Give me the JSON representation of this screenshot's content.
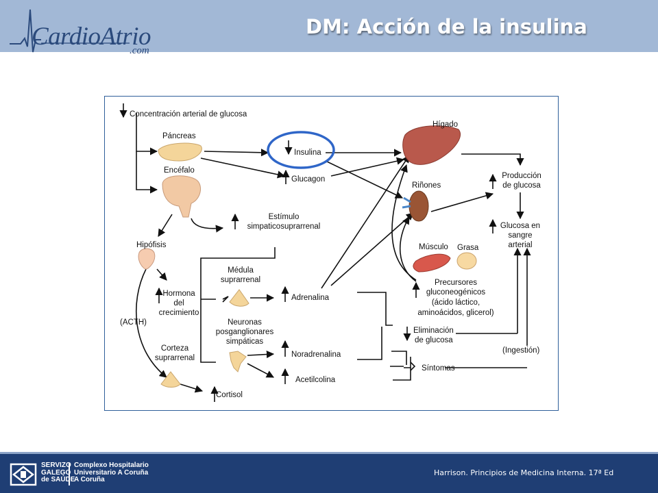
{
  "header": {
    "logo_text": "CardioAtrio",
    "logo_com": ".com",
    "title": "DM: Acción de la insulina"
  },
  "diagram": {
    "labels": {
      "glucose_concentration": "Concentración arterial de glucosa",
      "pancreas": "Páncreas",
      "brain": "Encéfalo",
      "insulin": "Insulina",
      "glucagon": "Glucagon",
      "liver": "Hígado",
      "kidneys": "Riñones",
      "glucose_production_1": "Producción",
      "glucose_production_2": "de glucosa",
      "blood_glucose_1": "Glucosa en",
      "blood_glucose_2": "sangre",
      "blood_glucose_3": "arterial",
      "sympathetic_1": "Estímulo",
      "sympathetic_2": "simpaticosuprarrenal",
      "pituitary": "Hipófisis",
      "muscle": "Músculo",
      "fat": "Grasa",
      "adrenal_medulla_1": "Médula",
      "adrenal_medulla_2": "suprarrenal",
      "growth_hormone_1": "Hormona",
      "growth_hormone_2": "del",
      "growth_hormone_3": "crecimiento",
      "adrenaline": "Adrenalina",
      "precursors_1": "Precursores",
      "precursors_2": "gluconeogénicos",
      "precursors_3": "(ácido láctico,",
      "precursors_4": "aminoácidos, glicerol)",
      "acth": "(ACTH)",
      "neurons_1": "Neuronas",
      "neurons_2": "posganglionares",
      "neurons_3": "simpáticas",
      "glucose_elimination_1": "Eliminación",
      "glucose_elimination_2": "de glucosa",
      "noradrenaline": "Noradrenalina",
      "ingestion": "(Ingestión)",
      "adrenal_cortex_1": "Corteza",
      "adrenal_cortex_2": "suprarrenal",
      "symptoms": "Síntomas",
      "acetylcholine": "Acetilcolina",
      "cortisol": "Cortisol"
    }
  },
  "footer": {
    "citation": "Harrison. Principios de Medicina Interna. 17ª Ed",
    "sg_line1": "SERVIZO",
    "sg_line2": "GALEGO",
    "sg_line3": "de SAÚDE",
    "ch_line1": "Complexo Hospitalario",
    "ch_line2": "Universitario A Coruña",
    "ch_line3": "A Coruña"
  },
  "colors": {
    "header_bg": "#a2b8d6",
    "footer_bg": "#1f3e74",
    "highlight_circle": "#2f66c8",
    "liver": "#b9594c",
    "organ_beige": "#f4d59a"
  }
}
